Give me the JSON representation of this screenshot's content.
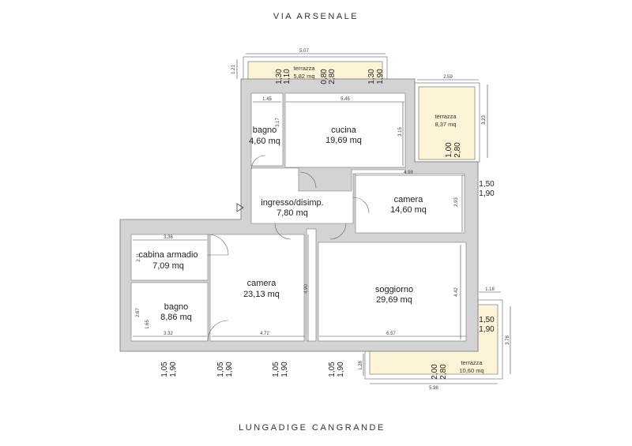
{
  "streets": {
    "top": "VIA ARSENALE",
    "bottom": "LUNGADIGE CANGRANDE"
  },
  "rooms": [
    {
      "name": "bagno",
      "area": "4,60 mq"
    },
    {
      "name": "cucina",
      "area": "19,69 mq"
    },
    {
      "name": "ingresso/disimp.",
      "area": "7,80 mq"
    },
    {
      "name": "camera",
      "area": "14,60 mq"
    },
    {
      "name": "cabina armadio",
      "area": "7,09 mq"
    },
    {
      "name": "bagno",
      "area": "8,86 mq"
    },
    {
      "name": "camera",
      "area": "23,13 mq"
    },
    {
      "name": "soggiorno",
      "area": "29,69 mq"
    }
  ],
  "terraces": [
    {
      "name": "terrazza",
      "area": "5,82 mq"
    },
    {
      "name": "terrazza",
      "area": "8,37 mq"
    },
    {
      "name": "terrazza",
      "area": "10,60 mq"
    }
  ],
  "dimensions": [
    "5.07",
    "1.21",
    "2.59",
    "3.23",
    "1.45",
    "5.45",
    "3.17",
    "3.15",
    "4.98",
    "2.93",
    "3.36",
    "2.11",
    "2.67",
    "1.65",
    "3.32",
    "4.72",
    "4.90",
    "6.57",
    "4.42",
    "1.18",
    "3.78",
    "1.28",
    "5.98"
  ],
  "openings": [
    {
      "w": "1,30",
      "h": "1,10"
    },
    {
      "w": "0,80",
      "h": "2,80"
    },
    {
      "w": "1,30",
      "h": "1,90"
    },
    {
      "w": "1,00",
      "h": "2,80"
    },
    {
      "w": "1,50",
      "h": "1,90"
    },
    {
      "w": "1,50",
      "h": "1,90"
    },
    {
      "w": "1,05",
      "h": "1,90"
    },
    {
      "w": "1,05",
      "h": "1,90"
    },
    {
      "w": "1,05",
      "h": "1,90"
    },
    {
      "w": "1,05",
      "h": "1,90"
    },
    {
      "w": "2,00",
      "h": "2,80"
    }
  ],
  "colors": {
    "wall": "#d3d3d3",
    "terrace": "#fdf3d6"
  }
}
